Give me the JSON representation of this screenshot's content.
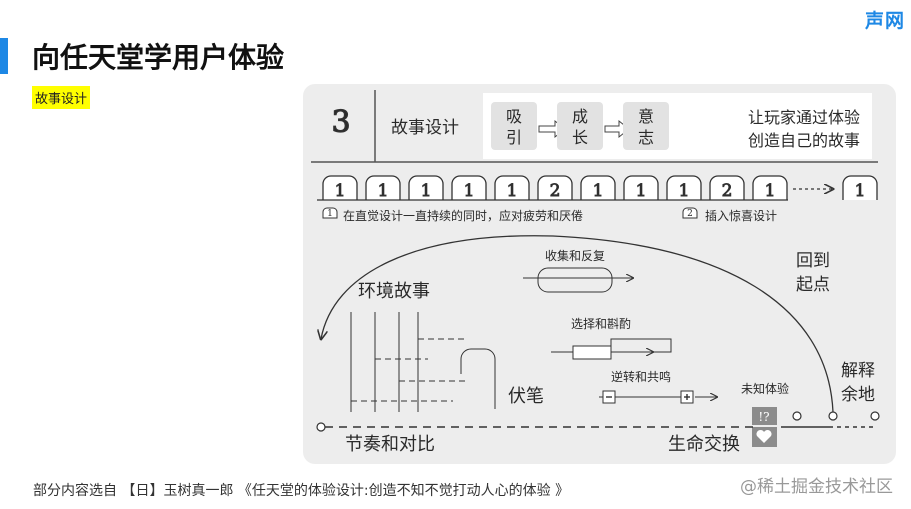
{
  "logo": "声网",
  "title": "向任天堂学用户体验",
  "tag": "故事设计",
  "diagram": {
    "step_number": "3",
    "heading": "故事设计",
    "flow": [
      [
        "吸",
        "引"
      ],
      [
        "成",
        "长"
      ],
      [
        "意",
        "志"
      ]
    ],
    "goal": [
      "让玩家通过体验",
      "创造自己的故事"
    ],
    "timeline": [
      "1",
      "1",
      "1",
      "1",
      "1",
      "2",
      "1",
      "1",
      "1",
      "2",
      "1",
      "1"
    ],
    "legend1": "在直觉设计一直持续的同时，应对疲劳和厌倦",
    "legend1_num": "1",
    "legend2": "插入惊喜设计",
    "legend2_num": "2",
    "collect_repeat": "收集和反复",
    "return_start": [
      "回到",
      "起点"
    ],
    "env_story": "环境故事",
    "choice": "选择和斟酌",
    "reverse": "逆转和共鸣",
    "unknown": "未知体验",
    "explain": [
      "解释",
      "余地"
    ],
    "foreshadow": "伏笔",
    "rhythm": "节奏和对比",
    "life_exchange": "生命交换",
    "unknown_icon": "!?"
  },
  "footer": "部分内容选自 【日】玉树真一郎 《任天堂的体验设计:创造不知不觉打动人心的体验 》",
  "watermark": "@稀土掘金技术社区"
}
